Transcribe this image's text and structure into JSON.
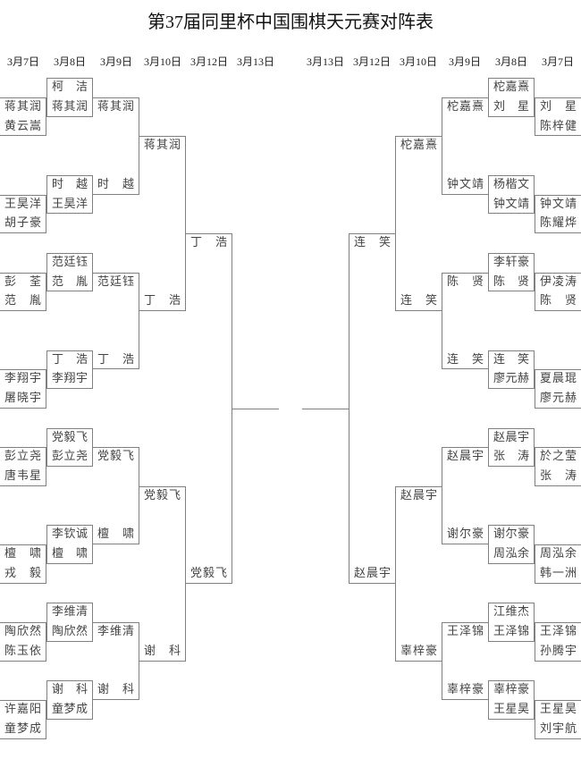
{
  "title": "第37届同里杯中国围棋天元赛对阵表",
  "left": {
    "dates": [
      "3月7日",
      "3月8日",
      "3月9日",
      "3月10日",
      "3月12日",
      "3月13日"
    ],
    "round1": [
      [
        "蒋其润",
        "黄云嵩"
      ],
      [
        "王昊洋",
        "胡子豪"
      ],
      [
        "彭荃",
        "范胤"
      ],
      [
        "李翔宇",
        "屠晓宇"
      ],
      [
        "彭立尧",
        "唐韦星"
      ],
      [
        "檀啸",
        "戎毅"
      ],
      [
        "陶欣然",
        "陈玉依"
      ],
      [
        "许嘉阳",
        "童梦成"
      ]
    ],
    "round2": [
      [
        "柯洁",
        "蒋其润"
      ],
      [
        "时越",
        "王昊洋"
      ],
      [
        "范廷钰",
        "范胤"
      ],
      [
        "丁浩",
        "李翔宇"
      ],
      [
        "党毅飞",
        "彭立尧"
      ],
      [
        "李钦诚",
        "檀啸"
      ],
      [
        "李维清",
        "陶欣然"
      ],
      [
        "谢科",
        "童梦成"
      ]
    ],
    "round3": [
      [
        "蒋其润",
        "时越"
      ],
      [
        "范廷钰",
        "丁浩"
      ],
      [
        "党毅飞",
        "檀啸"
      ],
      [
        "李维清",
        "谢科"
      ]
    ],
    "round4": [
      [
        "蒋其润",
        "丁浩"
      ],
      [
        "党毅飞",
        "谢科"
      ]
    ],
    "round5": [
      [
        "丁浩",
        "党毅飞"
      ]
    ]
  },
  "right": {
    "dates": [
      "3月13日",
      "3月12日",
      "3月10日",
      "3月9日",
      "3月8日",
      "3月7日"
    ],
    "round1": [
      [
        "刘星",
        "陈梓健"
      ],
      [
        "钟文靖",
        "陈耀烨"
      ],
      [
        "伊凌涛",
        "陈贤"
      ],
      [
        "夏晨琨",
        "廖元赫"
      ],
      [
        "於之莹",
        "张涛"
      ],
      [
        "周泓余",
        "韩一洲"
      ],
      [
        "王泽锦",
        "孙腾宇"
      ],
      [
        "王星昊",
        "刘宇航"
      ]
    ],
    "round2": [
      [
        "柁嘉熹",
        "刘星"
      ],
      [
        "杨楷文",
        "钟文靖"
      ],
      [
        "李轩豪",
        "陈贤"
      ],
      [
        "连笑",
        "廖元赫"
      ],
      [
        "赵晨宇",
        "张涛"
      ],
      [
        "谢尔豪",
        "周泓余"
      ],
      [
        "江维杰",
        "王泽锦"
      ],
      [
        "辜梓豪",
        "王星昊"
      ]
    ],
    "round3": [
      [
        "柁嘉熹",
        "钟文靖"
      ],
      [
        "陈贤",
        "连笑"
      ],
      [
        "赵晨宇",
        "谢尔豪"
      ],
      [
        "王泽锦",
        "辜梓豪"
      ]
    ],
    "round4": [
      [
        "柁嘉熹",
        "连笑"
      ],
      [
        "赵晨宇",
        "辜梓豪"
      ]
    ],
    "round5": [
      [
        "连笑",
        "赵晨宇"
      ]
    ]
  }
}
